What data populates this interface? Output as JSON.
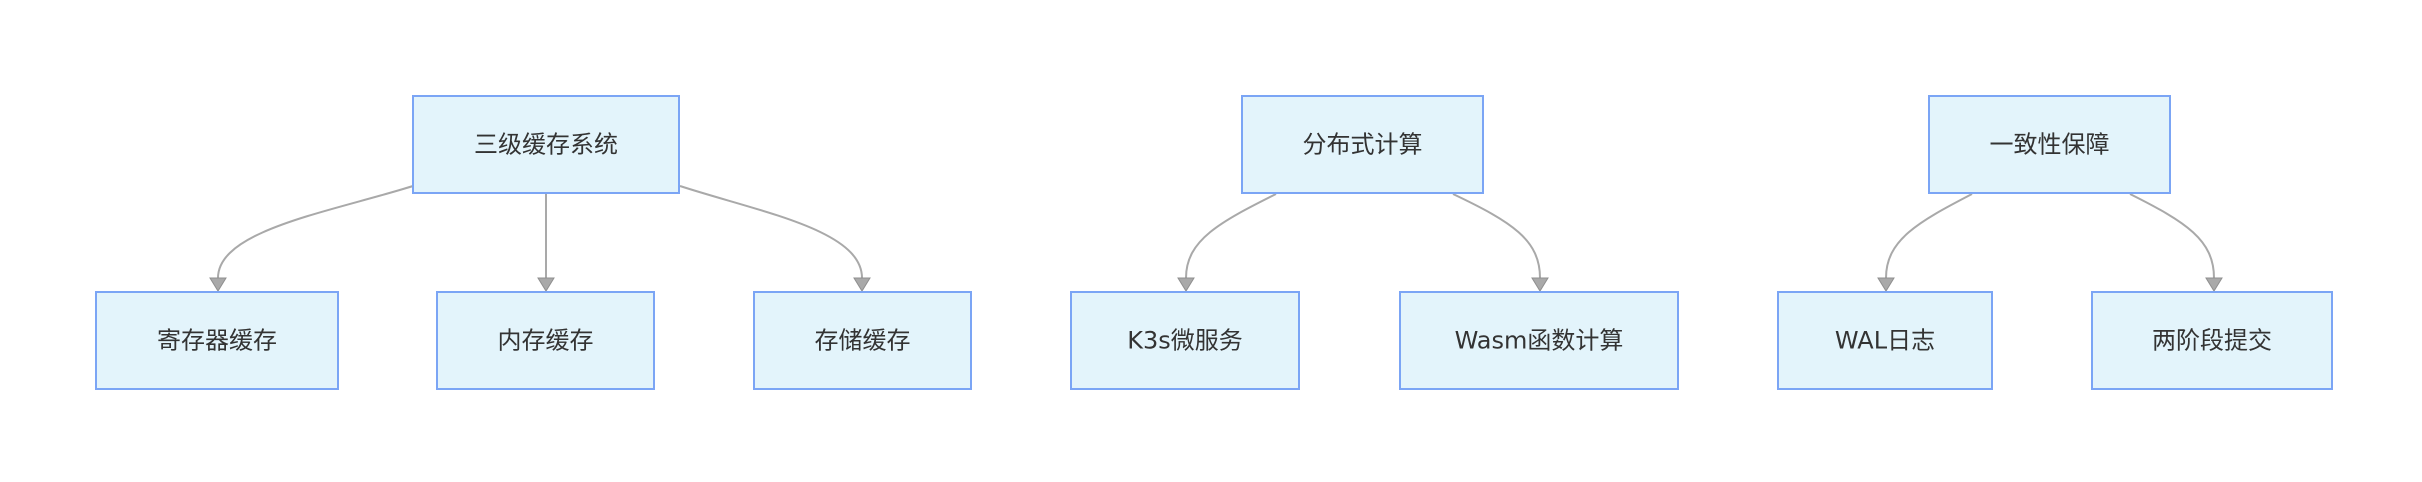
{
  "diagram": {
    "type": "tree",
    "colors": {
      "node_fill": "#e3f4fb",
      "node_border": "#7ba5f5",
      "edge": "#a9a9a9",
      "text": "#333333"
    },
    "trees": [
      {
        "root": "三级缓存系统",
        "children": [
          "寄存器缓存",
          "内存缓存",
          "存储缓存"
        ]
      },
      {
        "root": "分布式计算",
        "children": [
          "K3s微服务",
          "Wasm函数计算"
        ]
      },
      {
        "root": "一致性保障",
        "children": [
          "WAL日志",
          "两阶段提交"
        ]
      }
    ]
  }
}
